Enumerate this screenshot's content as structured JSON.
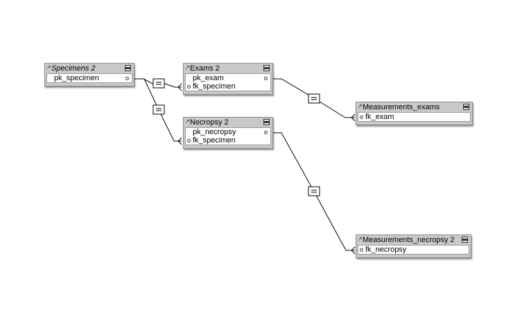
{
  "tables": {
    "specimens": {
      "title": "Specimens 2",
      "fields": [
        "pk_specimen"
      ]
    },
    "exams": {
      "title": "Exams 2",
      "fields": [
        "pk_exam",
        "fk_specimen"
      ]
    },
    "necropsy": {
      "title": "Necropsy 2",
      "fields": [
        "pk_necropsy",
        "fk_specimen"
      ]
    },
    "measurements_exams": {
      "title": "Measurements_exams",
      "fields": [
        "fk_exam"
      ]
    },
    "measurements_necropsy": {
      "title": "Measurements_necropsy 2",
      "fields": [
        "fk_necropsy"
      ]
    }
  },
  "relationships": [
    {
      "from": "Specimens 2::pk_specimen",
      "to": "Exams 2::fk_specimen",
      "operator": "="
    },
    {
      "from": "Specimens 2::pk_specimen",
      "to": "Necropsy 2::fk_specimen",
      "operator": "="
    },
    {
      "from": "Exams 2::pk_exam",
      "to": "Measurements_exams::fk_exam",
      "operator": "="
    },
    {
      "from": "Necropsy 2::pk_necropsy",
      "to": "Measurements_necropsy 2::fk_necropsy",
      "operator": "="
    }
  ],
  "icons": {
    "table_header": "table-occurrence-arrow-icon",
    "collapse": "collapse-toggle-icon",
    "relationship": "equals-join-icon"
  },
  "colors": {
    "header": "#c9c9c9",
    "line": "#000000"
  }
}
